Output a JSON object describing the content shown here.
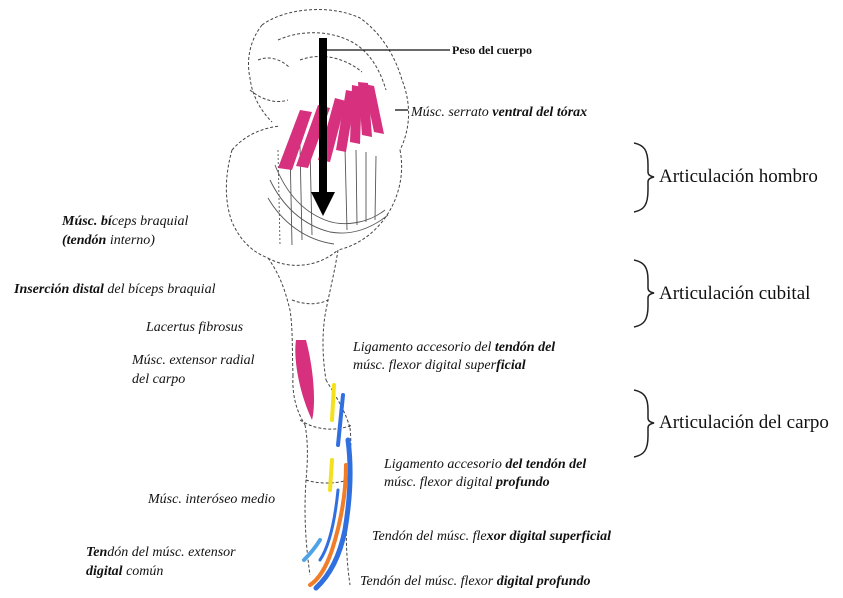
{
  "labels": {
    "peso": "Peso del cuerpo",
    "serrato_a": "Músc.  serrato ",
    "serrato_b": "ventral del tórax",
    "biceps_l1_a": "Músc. bí",
    "biceps_l1_b": "ceps braquial",
    "biceps_l2_a": "(tendón",
    "biceps_l2_b": " interno)",
    "insercion_a": "Inserción distal",
    "insercion_b": " del bíceps braquial",
    "lacertus": "Lacertus fibrosus",
    "extensor_radial_l1": "Músc. extensor radial",
    "extensor_radial_l2": "del carpo",
    "lig_sup_l1_a": "Ligamento accesorio del ",
    "lig_sup_l1_b": "tendón del",
    "lig_sup_l2_a": "músc. flexor digital super",
    "lig_sup_l2_b": "ficial",
    "lig_prof_l1_a": "Ligamento accesorio ",
    "lig_prof_l1_b": "del tendón del",
    "lig_prof_l2_a": "músc. flexor digital ",
    "lig_prof_l2_b": "profundo",
    "interoseo": "Músc. interóseo medio",
    "tendon_flex_sup_a": "Tendón del músc. fle",
    "tendon_flex_sup_b": "xor digital superficial",
    "tendon_ext_l1_a": "Ten",
    "tendon_ext_l1_b": "dón del músc. extensor",
    "tendon_ext_l2_a": "digital",
    "tendon_ext_l2_b": " común",
    "tendon_flex_prof_a": "Tendón del músc. flexor ",
    "tendon_flex_prof_b": "digital profundo"
  },
  "joints": {
    "hombro": "Articulación hombro",
    "cubital": "Articulación cubital",
    "carpo": "Articulación del carpo"
  },
  "colors": {
    "muscle": "#d6307e",
    "tendon_blue": "#2f6fe0",
    "tendon_yellow": "#f3e11e",
    "tendon_orange": "#ef7d2a",
    "tendon_lightblue": "#4ea3e6",
    "outline": "#444444"
  }
}
